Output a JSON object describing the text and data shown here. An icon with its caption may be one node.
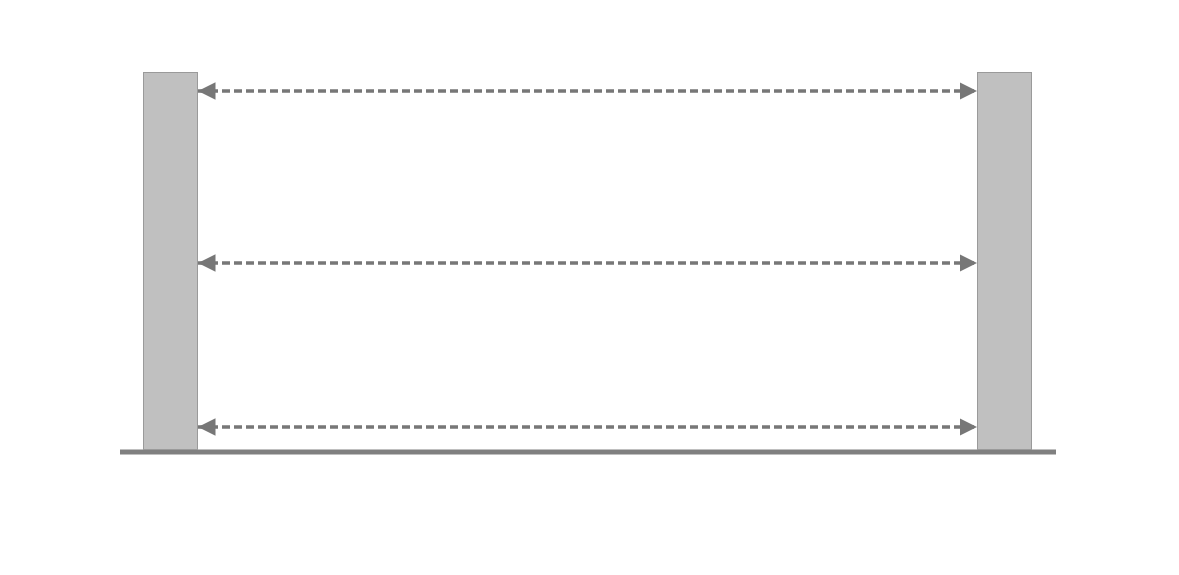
{
  "diagram": {
    "nodes": [
      {
        "text": [],
        "shape": "bar"
      },
      {
        "text": [],
        "shape": "bar"
      }
    ],
    "edges": [
      {
        "from": 0,
        "to": 1,
        "arrow": "both",
        "style": "dashed"
      },
      {
        "from": 0,
        "to": 1,
        "arrow": "both",
        "style": "dashed"
      },
      {
        "from": 0,
        "to": 1,
        "arrow": "both",
        "style": "dashed"
      }
    ]
  }
}
